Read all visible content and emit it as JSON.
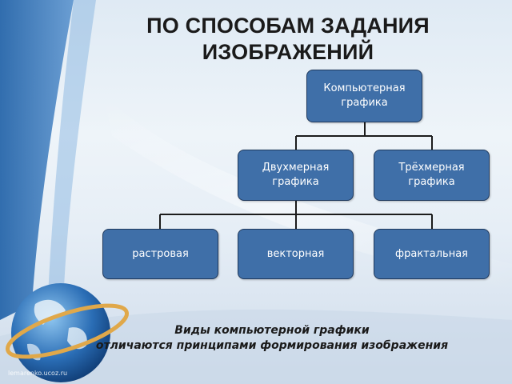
{
  "slide": {
    "title_line1": "ПО СПОСОБАМ ЗАДАНИЯ",
    "title_line2": "ИЗОБРАЖЕНИЙ"
  },
  "diagram": {
    "root": {
      "line1": "Компьютерная",
      "line2": "графика"
    },
    "level2": [
      {
        "line1": "Двухмерная",
        "line2": "графика"
      },
      {
        "line1": "Трёхмерная",
        "line2": "графика"
      }
    ],
    "level3": [
      {
        "label": "растровая"
      },
      {
        "label": "векторная"
      },
      {
        "label": "фрактальная"
      }
    ]
  },
  "caption": {
    "line1": "Виды компьютерной графики",
    "line2": "отличаются принципами формирования изображения"
  },
  "watermark": "lemarenko.ucoz.ru",
  "colors": {
    "box_fill": "#3f6fa8",
    "box_border": "#203a5e",
    "connector": "#1c1c1c",
    "background": "#e6eef6"
  }
}
